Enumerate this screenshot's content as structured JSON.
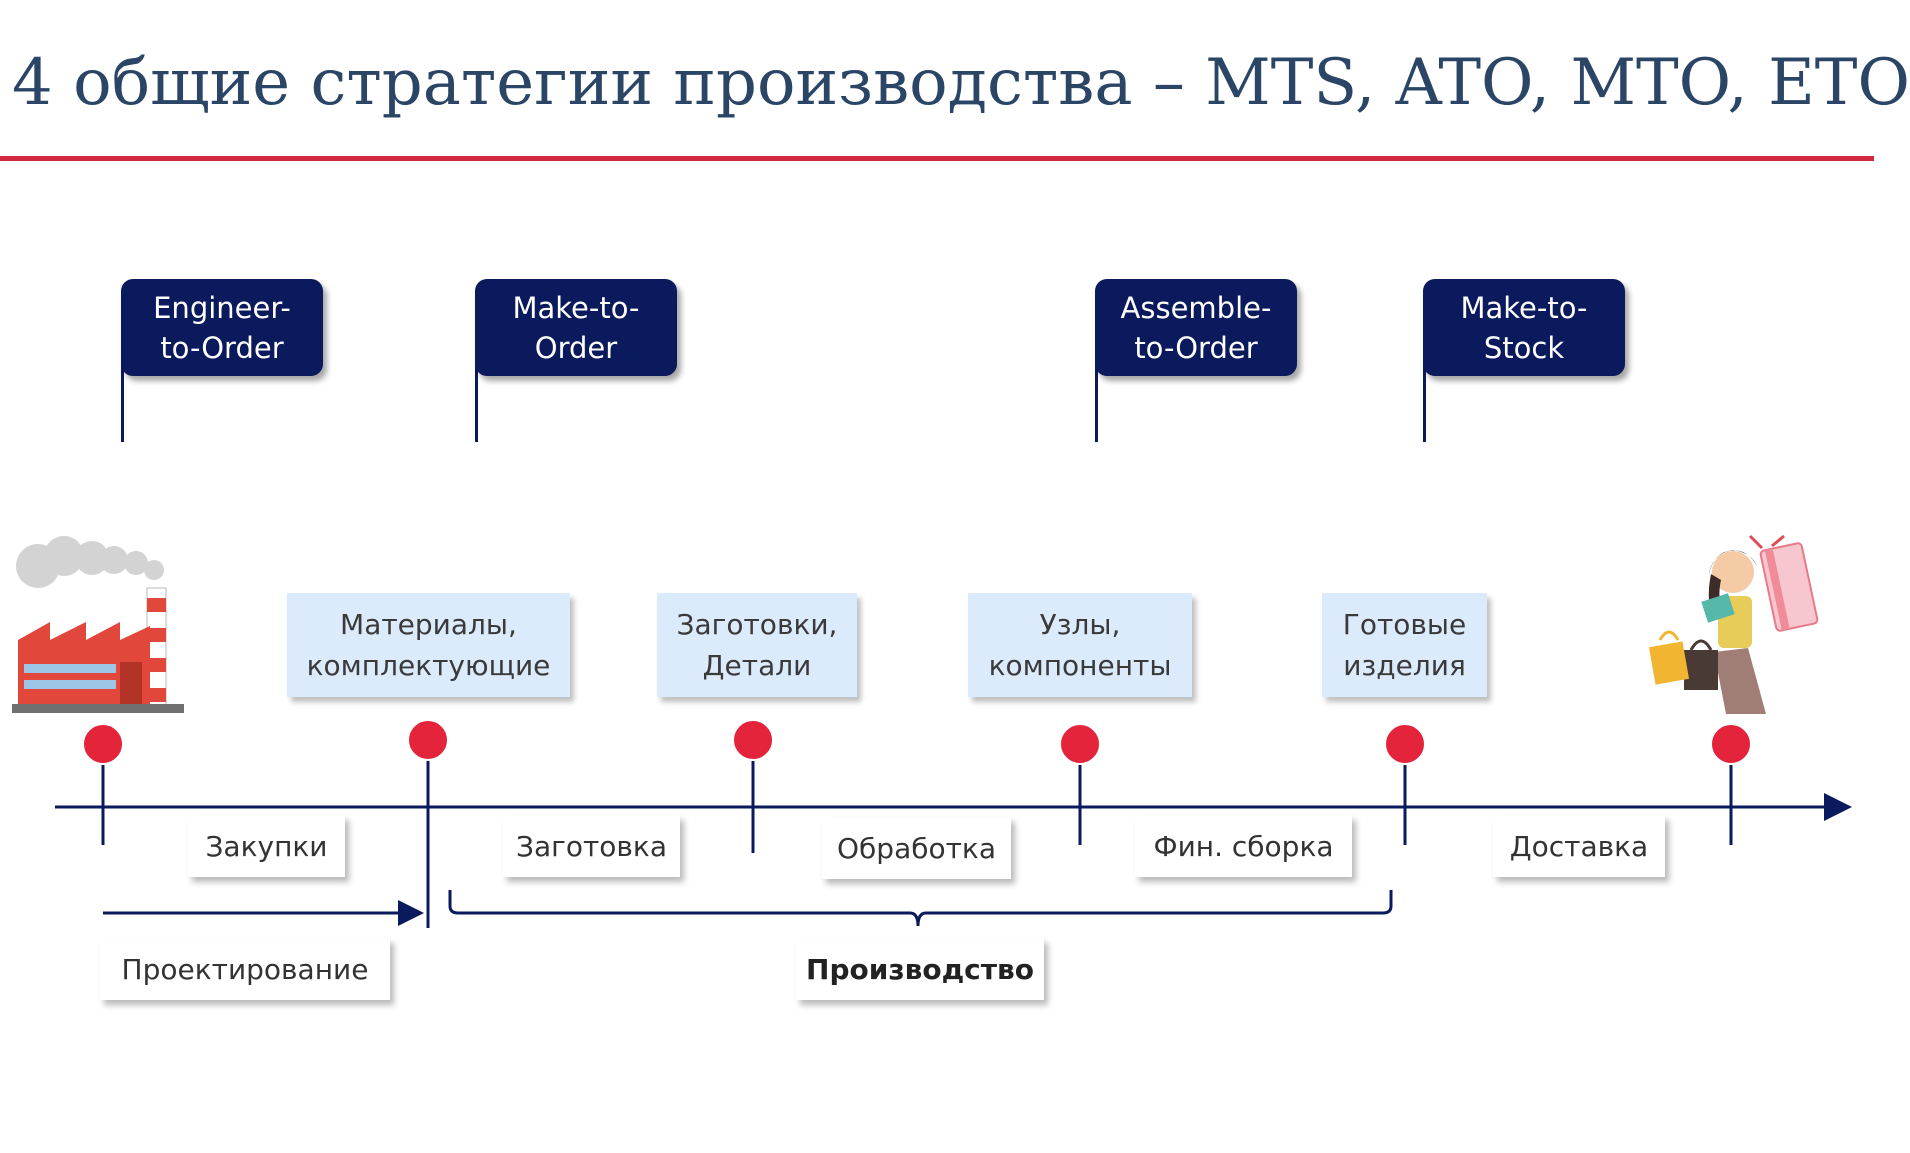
{
  "title": "4 общие стратегии производства – MTS, ATO, MTO, ETO",
  "strategies": [
    {
      "label": "Engineer-\nto-Order"
    },
    {
      "label": "Make-to-\nOrder"
    },
    {
      "label": "Assemble-\nto-Order"
    },
    {
      "label": "Make-to-\nStock"
    }
  ],
  "stages": [
    {
      "label": "Материалы,\nкомплектующие"
    },
    {
      "label": "Заготовки,\nДетали"
    },
    {
      "label": "Узлы,\nкомпоненты"
    },
    {
      "label": "Готовые\nизделия"
    }
  ],
  "steps": [
    "Закупки",
    "Заготовка",
    "Обработка",
    "Фин. сборка",
    "Доставка"
  ],
  "design_label": "Проектирование",
  "production_label": "Производство",
  "icons": {
    "start": "factory-icon",
    "end": "shopper-icon"
  },
  "colors": {
    "title": "#2a4566",
    "title_rule": "#d0293e",
    "strategy_box": "#0b1a5c",
    "stage_box": "#dcebfb",
    "timeline": "#0b1a5c",
    "milestone": "#e3243b"
  }
}
